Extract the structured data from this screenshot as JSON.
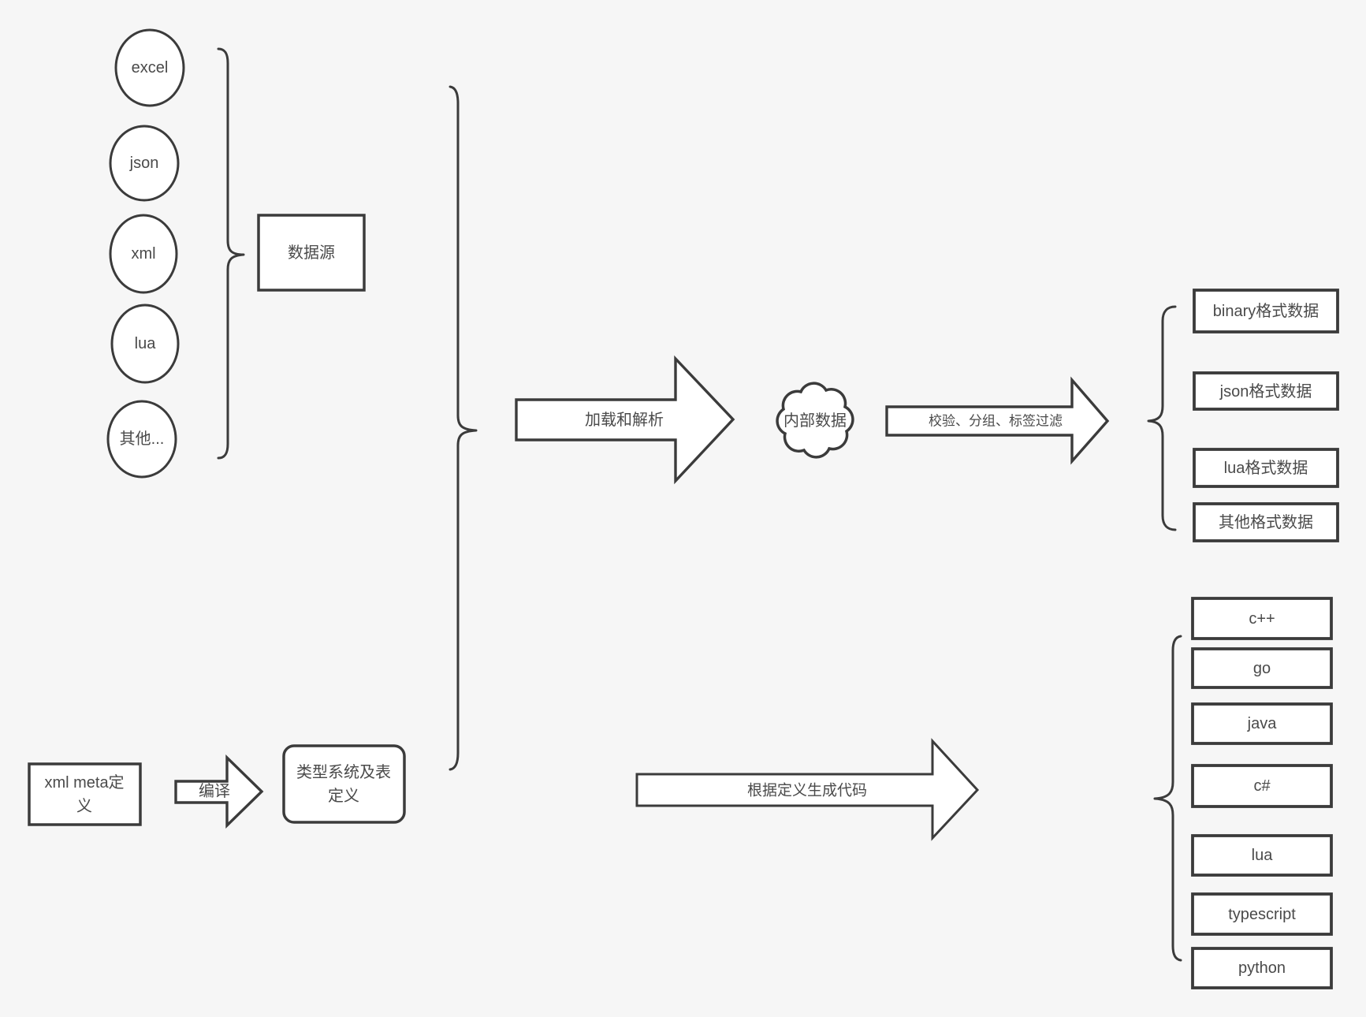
{
  "canvas": {
    "background_color": "#f6f6f6",
    "line_color": "#3b3b3b",
    "text_color": "#4a4a4a"
  },
  "sources": {
    "group_label": "数据源",
    "items": [
      "excel",
      "json",
      "xml",
      "lua",
      "其他..."
    ]
  },
  "pipeline": {
    "load_arrow_label": "加载和解析",
    "internal_data_label": "内部数据",
    "filter_arrow_label": "校验、分组、标签过滤"
  },
  "formats": {
    "items": [
      "binary格式数据",
      "json格式数据",
      "lua格式数据",
      "其他格式数据"
    ]
  },
  "meta": {
    "xml_meta_box_lines": [
      "xml meta定",
      "义"
    ],
    "compile_arrow_label": "编译",
    "type_system_box_lines": [
      "类型系统及表",
      "定义"
    ],
    "codegen_arrow_label": "根据定义生成代码"
  },
  "languages": {
    "items": [
      "c++",
      "go",
      "java",
      "c#",
      "lua",
      "typescript",
      "python"
    ]
  }
}
